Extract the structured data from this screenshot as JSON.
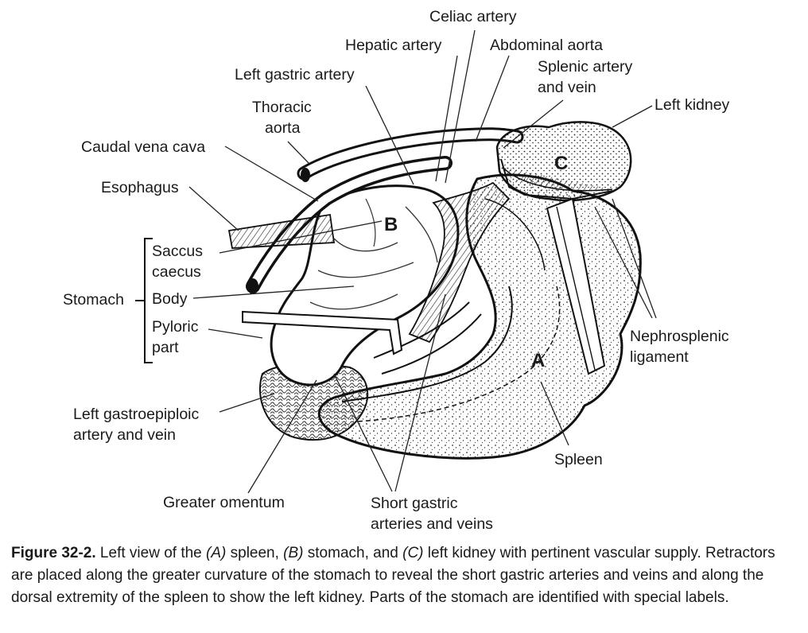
{
  "labels": {
    "celiac_artery": "Celiac artery",
    "hepatic_artery": "Hepatic artery",
    "abdominal_aorta": "Abdominal aorta",
    "splenic_artery_line1": "Splenic artery",
    "splenic_artery_line2": "and vein",
    "left_gastric_artery": "Left gastric artery",
    "left_kidney": "Left kidney",
    "thoracic_aorta_line1": "Thoracic",
    "thoracic_aorta_line2": "aorta",
    "caudal_vena_cava": "Caudal vena cava",
    "esophagus": "Esophagus",
    "saccus_line1": "Saccus",
    "saccus_line2": "caecus",
    "stomach": "Stomach",
    "body": "Body",
    "pyloric_line1": "Pyloric",
    "pyloric_line2": "part",
    "nephrosplenic_line1": "Nephrosplenic",
    "nephrosplenic_line2": "ligament",
    "left_gastroepiploic_line1": "Left gastroepiploic",
    "left_gastroepiploic_line2": "artery and vein",
    "spleen": "Spleen",
    "greater_omentum": "Greater omentum",
    "short_gastric_line1": "Short gastric",
    "short_gastric_line2": "arteries and veins",
    "letter_a": "A",
    "letter_b": "B",
    "letter_c": "C"
  },
  "caption": {
    "fignum": "Figure 32-2.",
    "t1": " Left view of the ",
    "a": "(A)",
    "t2": " spleen, ",
    "b": "(B)",
    "t3": " stomach, and ",
    "c": "(C)",
    "t4": " left kidney with pertinent vascular supply. Retractors are placed along the greater curvature of the stomach to reveal the short gastric arteries and veins and along the dorsal extremity of the spleen to show the left kidney. Parts of the stomach are identified with special labels."
  }
}
